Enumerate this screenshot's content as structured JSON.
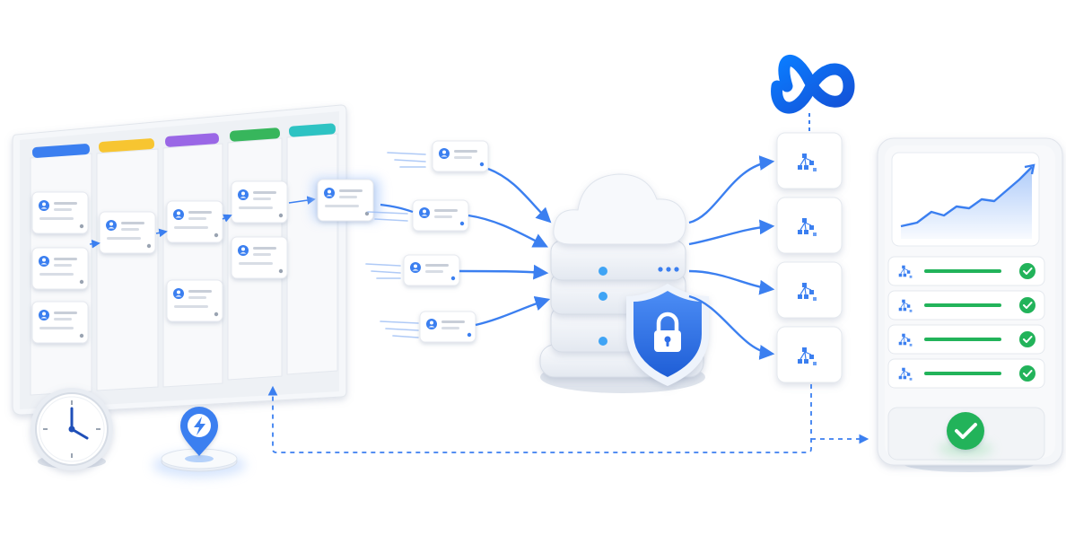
{
  "diagram": {
    "board": {
      "column_colors": [
        "#3b7ff0",
        "#f7c531",
        "#9a67e6",
        "#37b65c",
        "#2ec3c3"
      ]
    },
    "colors": {
      "accent": "#3b7ff0",
      "success": "#22b35a",
      "meta_blue": "#1877f2",
      "shield": "#2f6fe8"
    },
    "icons": {
      "clock": "clock-icon",
      "trigger": "lightning-pin-icon",
      "cloud": "cloud-icon",
      "server": "server-icon",
      "security": "shield-lock-icon",
      "brand": "meta-infinity-icon",
      "node": "node-graph-icon",
      "check": "check-circle-icon",
      "user": "user-avatar-icon"
    },
    "results_panel": {
      "chart_trend": "upward",
      "rows_completed": 4,
      "final_status": "success"
    }
  }
}
